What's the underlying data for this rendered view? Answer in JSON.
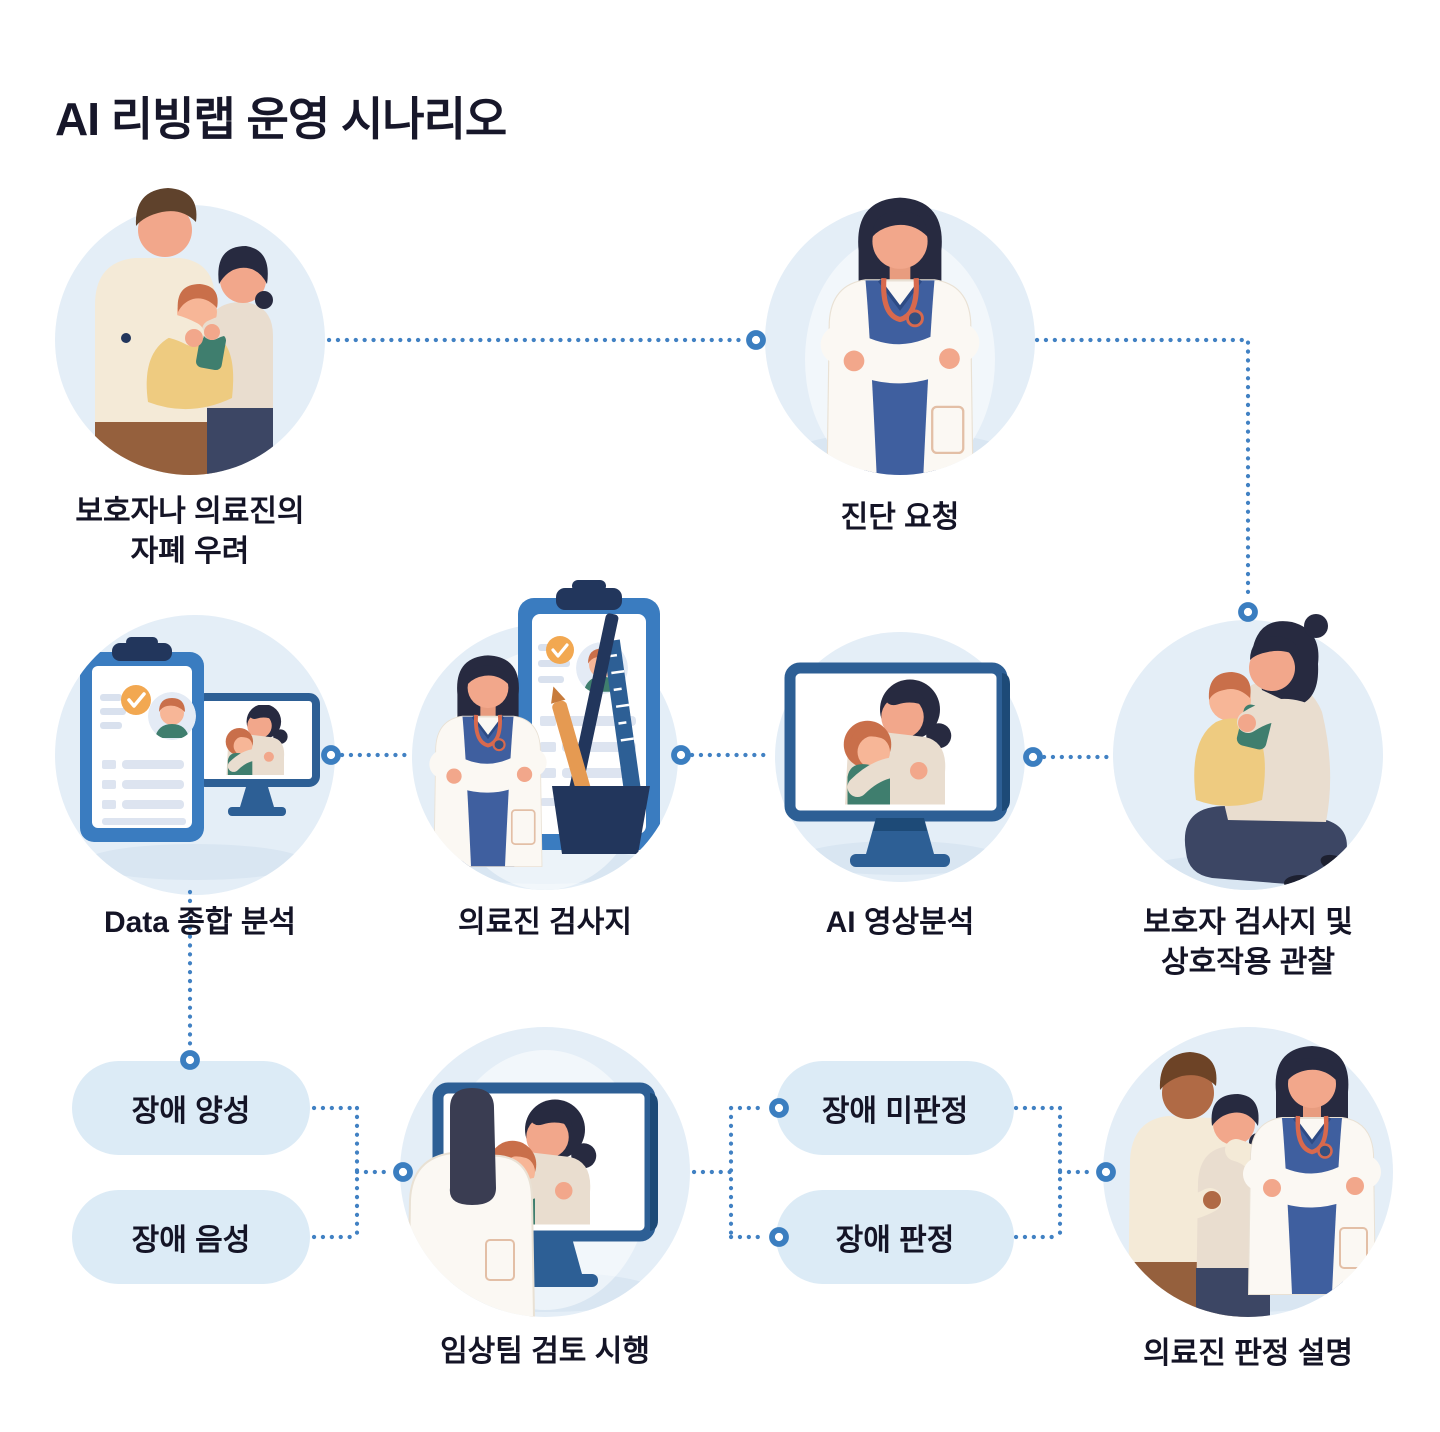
{
  "title": "AI 리빙랩 운영 시나리오",
  "colors": {
    "accent": "#3b7ec0",
    "circle_bg": "#e4eef7",
    "pill_bg": "#dcebf6",
    "text": "#141426"
  },
  "nodes": {
    "concern": {
      "label_line1": "보호자나 의료진의",
      "label_line2": "자폐 우려"
    },
    "diagnosis": {
      "label": "진단 요청"
    },
    "data_analysis": {
      "label": "Data 종합 분석"
    },
    "doctor_sheet": {
      "label": "의료진 검사지"
    },
    "ai_video": {
      "label": "AI 영상분석"
    },
    "guardian": {
      "label_line1": "보호자 검사지 및",
      "label_line2": "상호작용 관찰"
    },
    "clinical": {
      "label": "임상팀 검토 시행"
    },
    "explain": {
      "label": "의료진 판정 설명"
    }
  },
  "pills": {
    "positive": "장애 양성",
    "negative": "장애 음성",
    "undetermined": "장애 미판정",
    "determined": "장애 판정"
  }
}
